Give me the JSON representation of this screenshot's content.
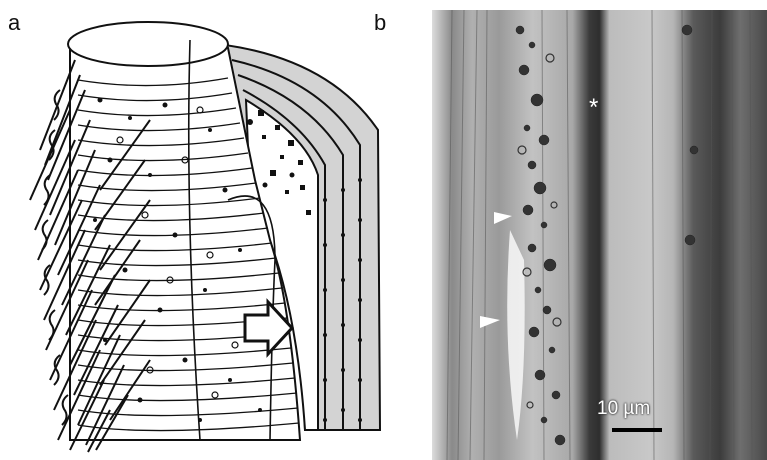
{
  "figure": {
    "panel_a_label": "a",
    "panel_b_label": "b",
    "scale_bar_label": "10 µm",
    "asterisk_mark": "*",
    "arrow_icon": "hollow-right-arrow-icon",
    "arrowhead_icon": "white-arrowhead-icon"
  }
}
